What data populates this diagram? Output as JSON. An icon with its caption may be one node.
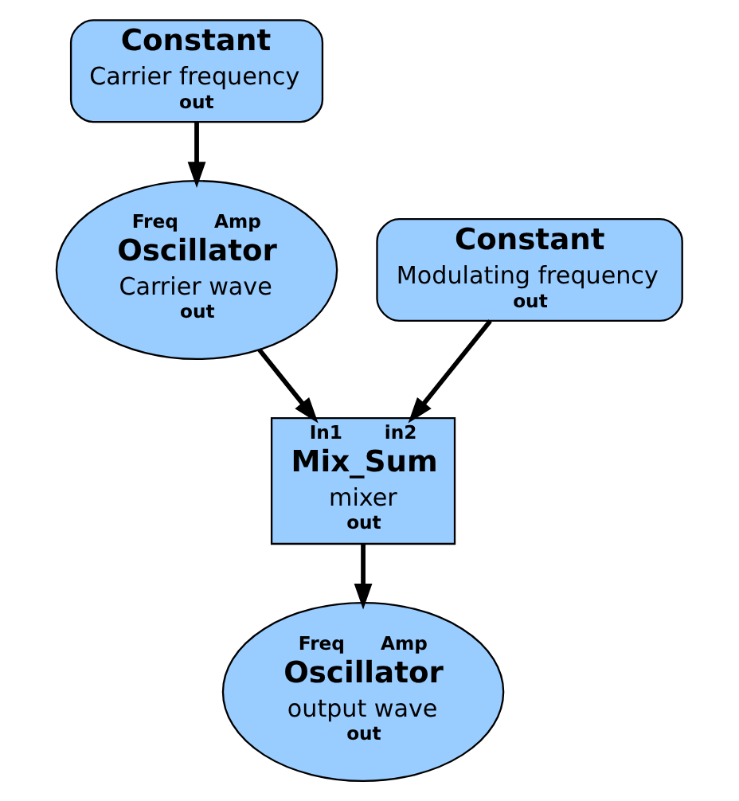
{
  "diagram": {
    "nodes": [
      {
        "text": [
          "Constant",
          "Carrier frequency",
          "out"
        ]
      },
      {
        "text": [
          "Constant",
          "Modulating frequency",
          "out"
        ]
      },
      {
        "text": [
          "Freq",
          "Amp",
          "Oscillator",
          "Carrier wave",
          "out"
        ]
      },
      {
        "text": [
          "In1",
          "in2",
          "Mix_Sum",
          "mixer",
          "out"
        ]
      },
      {
        "text": [
          "Freq",
          "Amp",
          "Oscillator",
          "output wave",
          "out"
        ]
      }
    ],
    "edges": [
      {
        "from": 0,
        "to": 2,
        "arrow": "to"
      },
      {
        "from": 1,
        "to": 3,
        "arrow": "to"
      },
      {
        "from": 2,
        "to": 3,
        "arrow": "to"
      },
      {
        "from": 3,
        "to": 4,
        "arrow": "to"
      }
    ]
  }
}
